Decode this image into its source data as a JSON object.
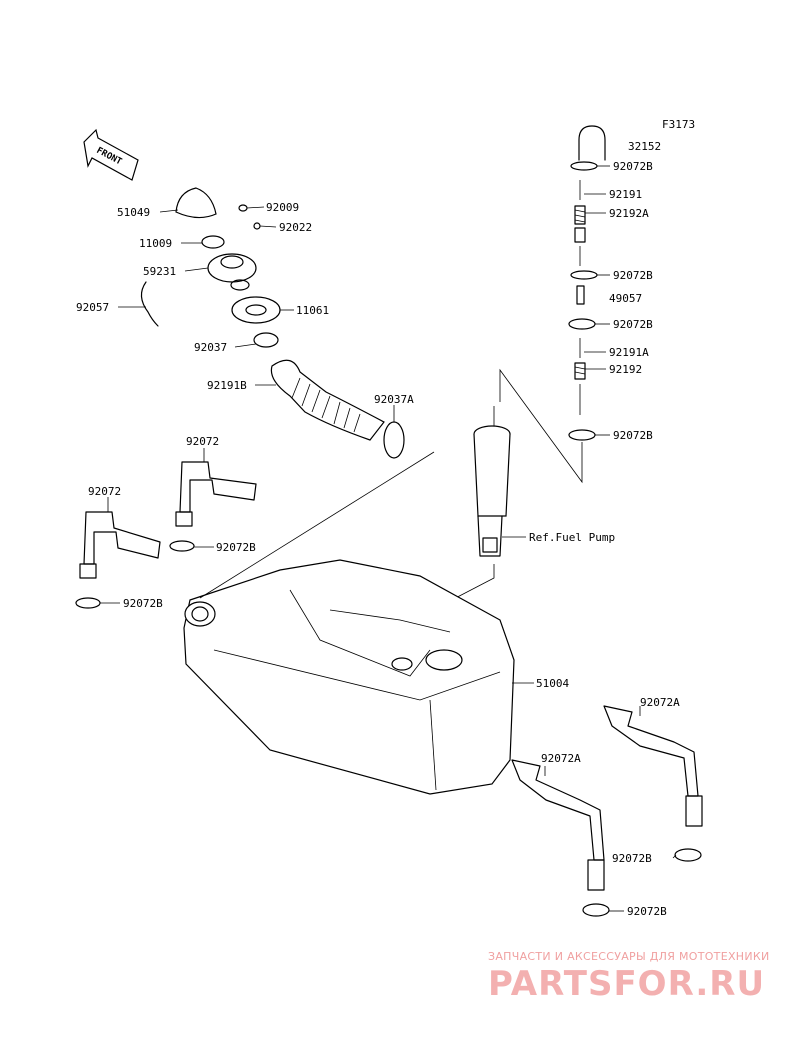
{
  "figure_code": "F3173",
  "direction_label": "FRONT",
  "ref_label": "Ref.Fuel Pump",
  "part_labels": [
    {
      "id": "32152",
      "text": "32152"
    },
    {
      "id": "92072B_1",
      "text": "92072B"
    },
    {
      "id": "92191",
      "text": "92191"
    },
    {
      "id": "92192A",
      "text": "92192A"
    },
    {
      "id": "92072B_2",
      "text": "92072B"
    },
    {
      "id": "49057",
      "text": "49057"
    },
    {
      "id": "92072B_3",
      "text": "92072B"
    },
    {
      "id": "92191A",
      "text": "92191A"
    },
    {
      "id": "92192",
      "text": "92192"
    },
    {
      "id": "92072B_4",
      "text": "92072B"
    },
    {
      "id": "51049",
      "text": "51049"
    },
    {
      "id": "92009",
      "text": "92009"
    },
    {
      "id": "92022",
      "text": "92022"
    },
    {
      "id": "11009",
      "text": "11009"
    },
    {
      "id": "59231",
      "text": "59231"
    },
    {
      "id": "92057",
      "text": "92057"
    },
    {
      "id": "11061",
      "text": "11061"
    },
    {
      "id": "92037",
      "text": "92037"
    },
    {
      "id": "92191B",
      "text": "92191B"
    },
    {
      "id": "92037A",
      "text": "92037A"
    },
    {
      "id": "92072_1",
      "text": "92072"
    },
    {
      "id": "92072_2",
      "text": "92072"
    },
    {
      "id": "92072B_5",
      "text": "92072B"
    },
    {
      "id": "92072B_6",
      "text": "92072B"
    },
    {
      "id": "51004",
      "text": "51004"
    },
    {
      "id": "92072A_1",
      "text": "92072A"
    },
    {
      "id": "92072A_2",
      "text": "92072A"
    },
    {
      "id": "92072B_7",
      "text": "92072B"
    },
    {
      "id": "92072B_8",
      "text": "92072B"
    }
  ],
  "watermark": {
    "tagline": "ЗАПЧАСТИ И АКСЕССУАРЫ ДЛЯ МОТОТЕХНИКИ",
    "logo": "PARTSFOR.RU",
    "color": "#f0a0a0"
  }
}
